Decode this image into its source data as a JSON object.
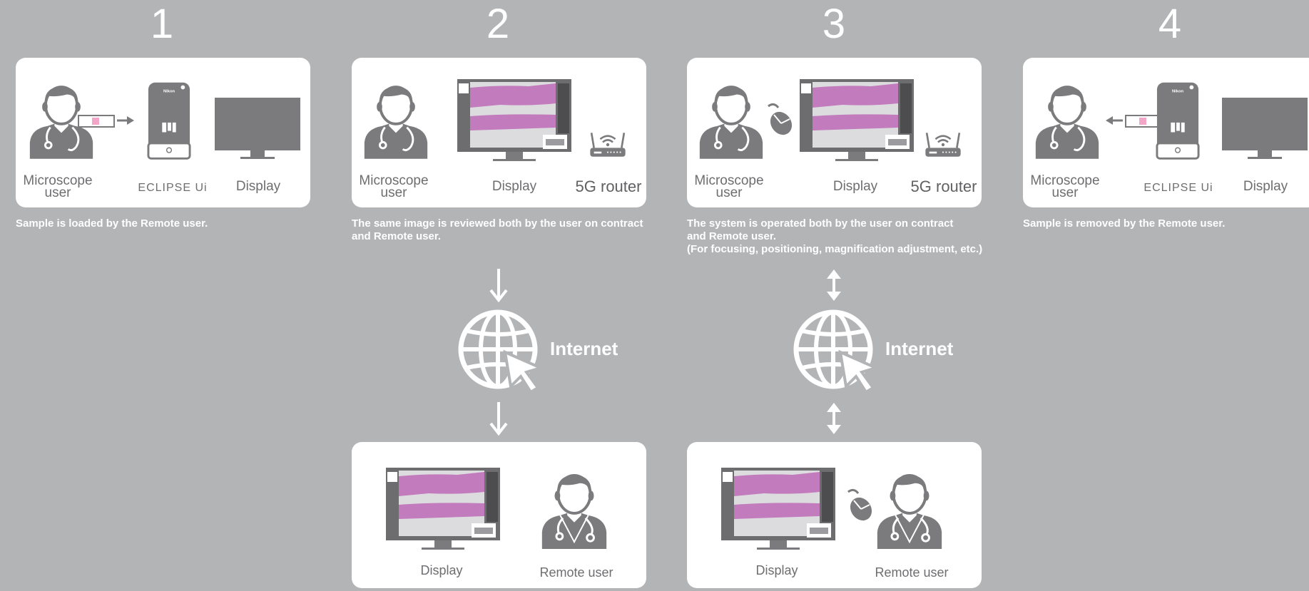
{
  "colors": {
    "background": "#b3b4b6",
    "card": "#ffffff",
    "figure": "#7b7b7d",
    "text": "#6e6e70",
    "slide_pink": "#f3a6c8",
    "tissue": "#c27bbd"
  },
  "steps": [
    {
      "number": "1",
      "labels": {
        "left": "Microscope user",
        "middle": "ECLIPSE Ui",
        "right": "Display"
      },
      "caption": "Sample is loaded by the Remote user."
    },
    {
      "number": "2",
      "labels": {
        "left": "Microscope user",
        "middle": "Display",
        "right": "5G router"
      },
      "caption_lines": [
        "The same image is reviewed both by the user on contract",
        "and Remote user."
      ],
      "internet": "Internet",
      "remote_labels": {
        "left": "Display",
        "right": "Remote user"
      }
    },
    {
      "number": "3",
      "labels": {
        "left": "Microscope user",
        "middle": "Display",
        "right": "5G router"
      },
      "caption_lines": [
        "The system is operated both by the user on contract",
        "and Remote user.",
        "(For focusing, positioning, magnification adjustment, etc.)"
      ],
      "internet": "Internet",
      "remote_labels": {
        "left": "Display",
        "right": "Remote user"
      }
    },
    {
      "number": "4",
      "labels": {
        "left": "Microscope user",
        "middle": "ECLIPSE Ui",
        "right": "Display"
      },
      "caption": "Sample is removed by the Remote user."
    }
  ],
  "icons": [
    "doctor-icon",
    "microscope-icon",
    "monitor-icon",
    "router-icon",
    "mouse-icon",
    "globe-cursor-icon",
    "arrow-down-icon",
    "arrow-updown-icon",
    "slide-icon"
  ]
}
